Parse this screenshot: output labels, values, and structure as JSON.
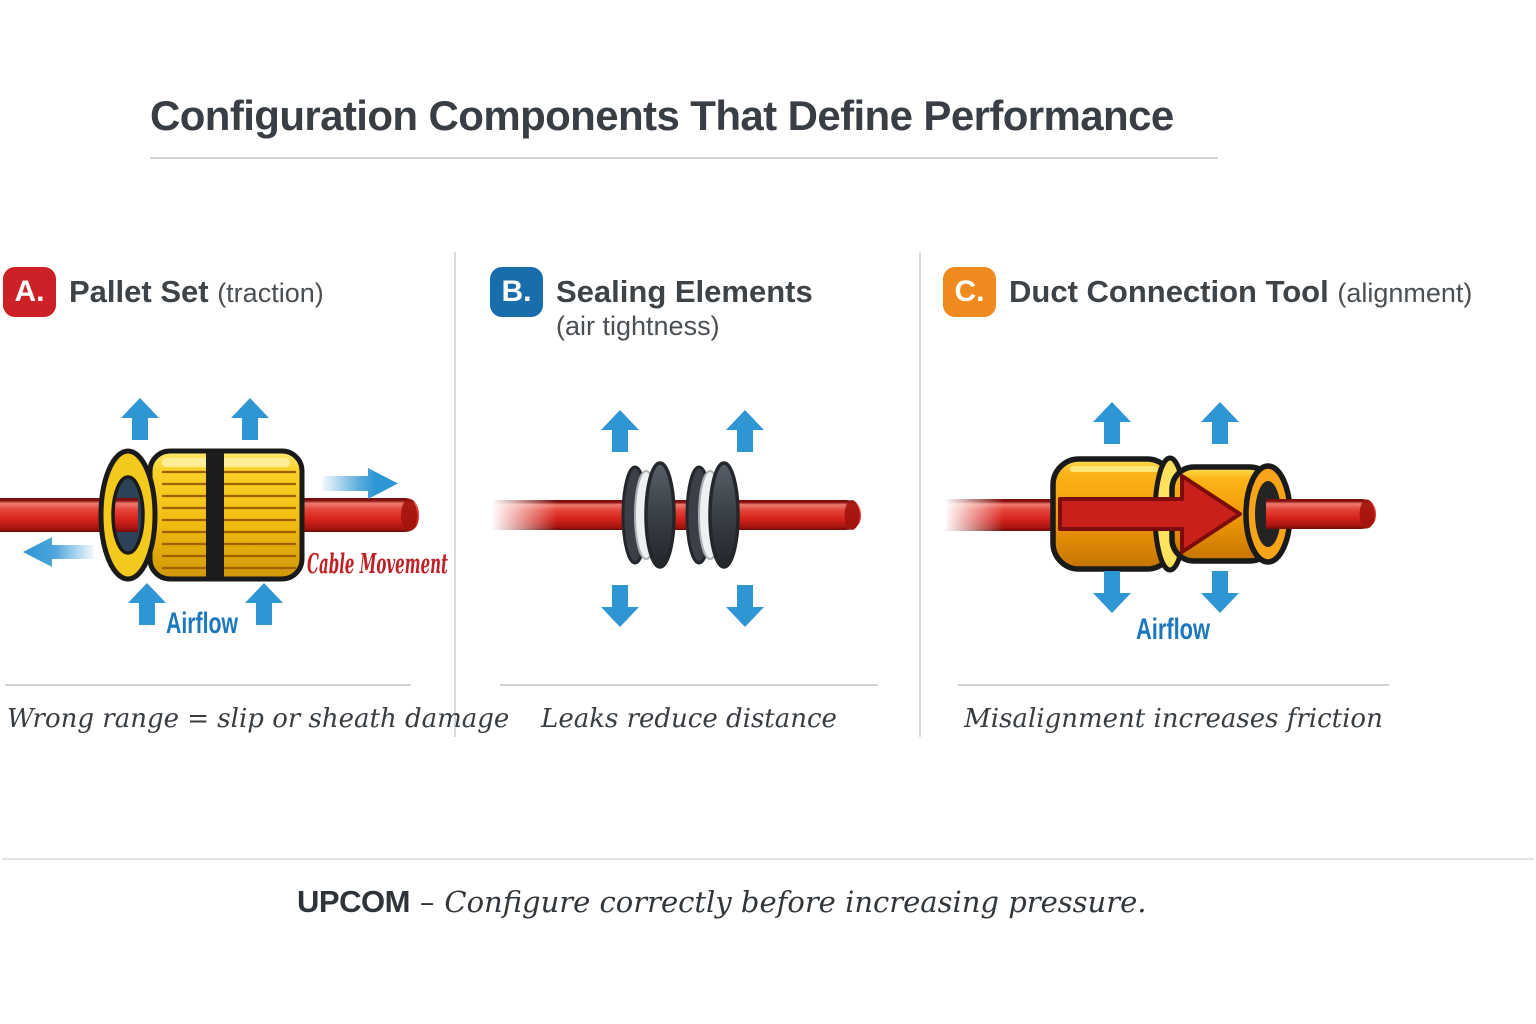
{
  "title": "Configuration Components That Define Performance",
  "panels": [
    {
      "badge": "A.",
      "badge_color": "#ce2127",
      "title": "Pallet Set",
      "subtitle": "(traction)",
      "caption": "Wrong range = slip or sheath damage",
      "labels": {
        "cable_movement": "Cable Movement",
        "airflow": "Airflow"
      }
    },
    {
      "badge": "B.",
      "badge_color": "#1a6dab",
      "title": "Sealing Elements",
      "subtitle": "(air tightness)",
      "caption": "Leaks reduce distance",
      "labels": {}
    },
    {
      "badge": "C.",
      "badge_color": "#ee8a1e",
      "title": "Duct Connection Tool",
      "subtitle": "(alignment)",
      "caption": "Misalignment increases friction",
      "labels": {
        "airflow": "Airflow"
      }
    }
  ],
  "footer": {
    "brand": "UPCOM",
    "dash": "–",
    "tagline": "Configure correctly before increasing pressure."
  },
  "colors": {
    "accent_red": "#ce2127",
    "accent_blue": "#1a6dab",
    "accent_orange": "#ee8a1e",
    "arrow_blue": "#2f96d4",
    "cable_red": "#d8231d",
    "roller_yellow": "#f4c91e",
    "connector_orange": "#f59b07",
    "seal_dark": "#3c4249",
    "label_red": "#c01f24",
    "label_blue": "#1b77be",
    "heading_gray": "#383e44",
    "divider_gray": "#d7dce0"
  }
}
